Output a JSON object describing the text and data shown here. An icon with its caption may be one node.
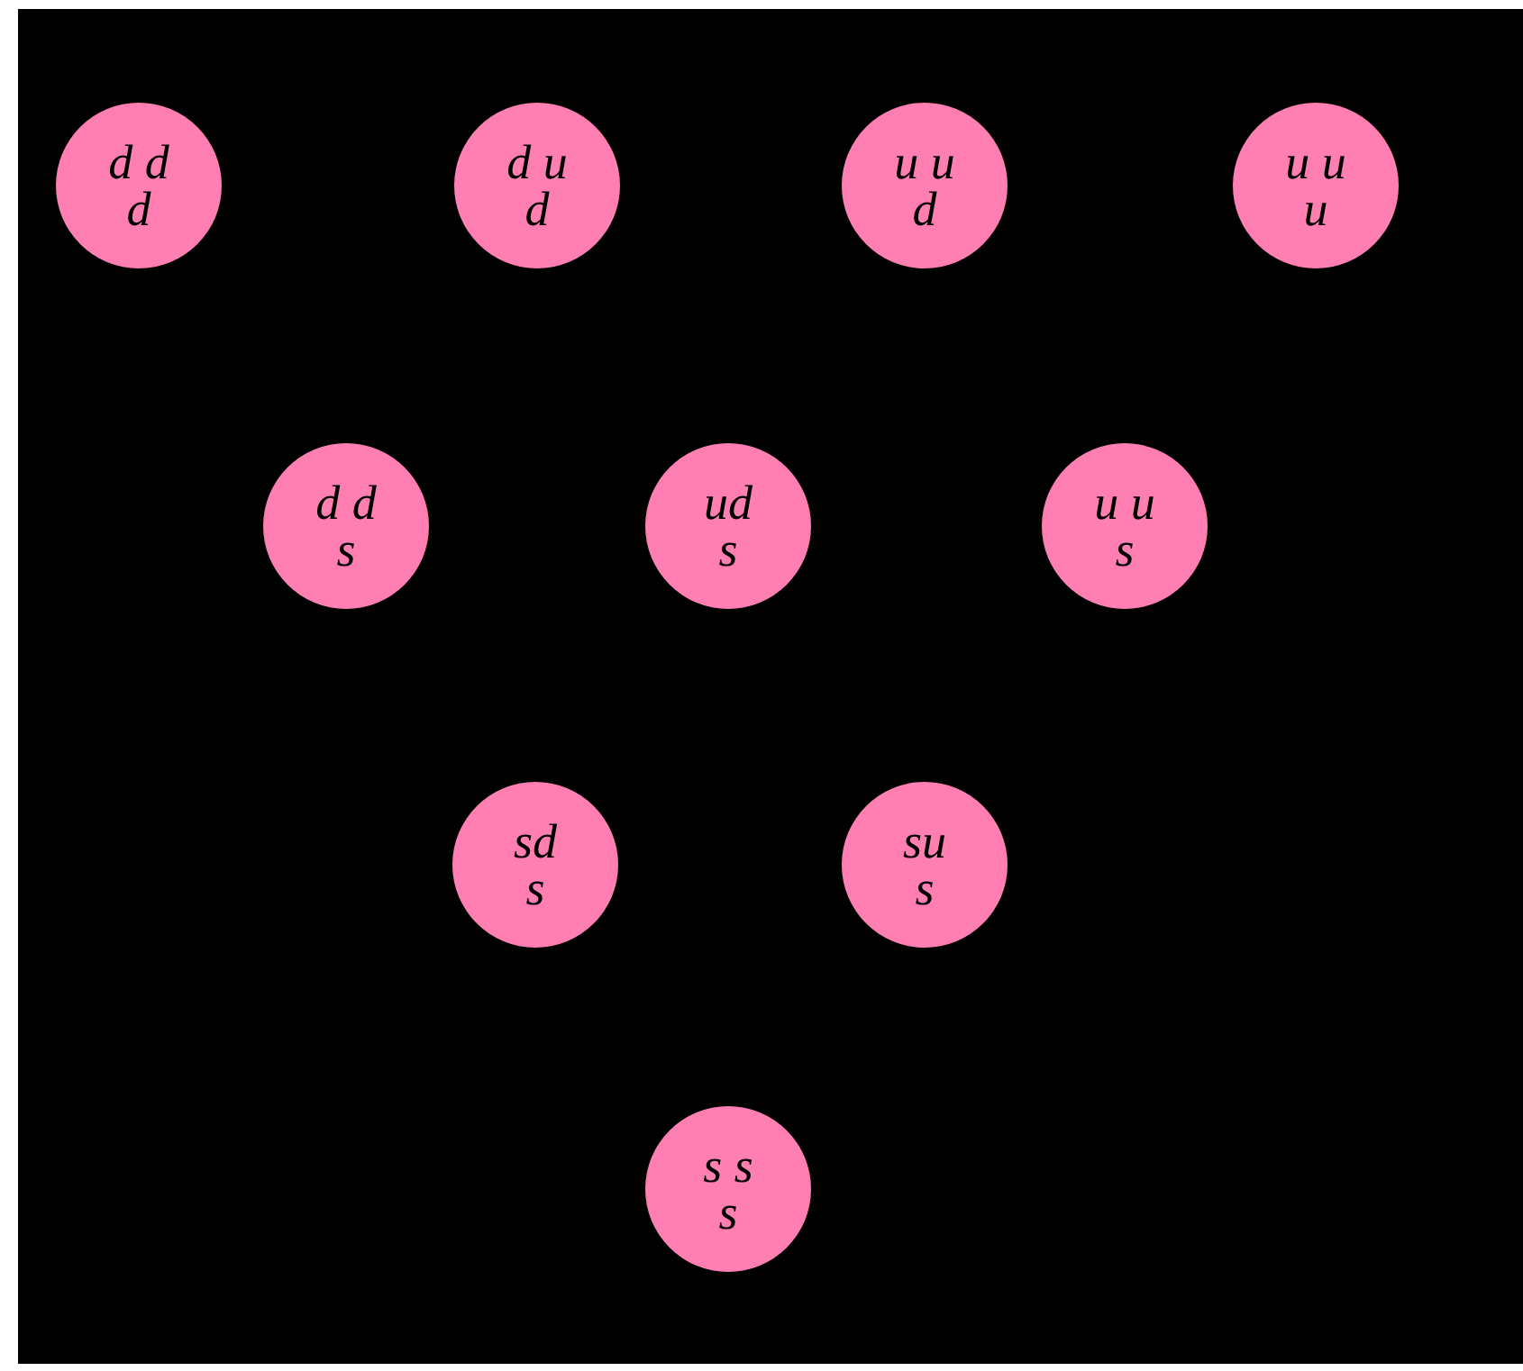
{
  "diagram": {
    "nodes": [
      {
        "text": [
          "d d",
          "d"
        ]
      },
      {
        "text": [
          "d u",
          "d"
        ]
      },
      {
        "text": [
          "u u",
          "d"
        ]
      },
      {
        "text": [
          "u u",
          "u"
        ]
      },
      {
        "text": [
          "d d",
          "s"
        ]
      },
      {
        "text": [
          "ud",
          "s"
        ]
      },
      {
        "text": [
          "u u",
          "s"
        ]
      },
      {
        "text": [
          "sd",
          "s"
        ]
      },
      {
        "text": [
          "su",
          "s"
        ]
      },
      {
        "text": [
          "s s",
          "s"
        ]
      }
    ]
  }
}
